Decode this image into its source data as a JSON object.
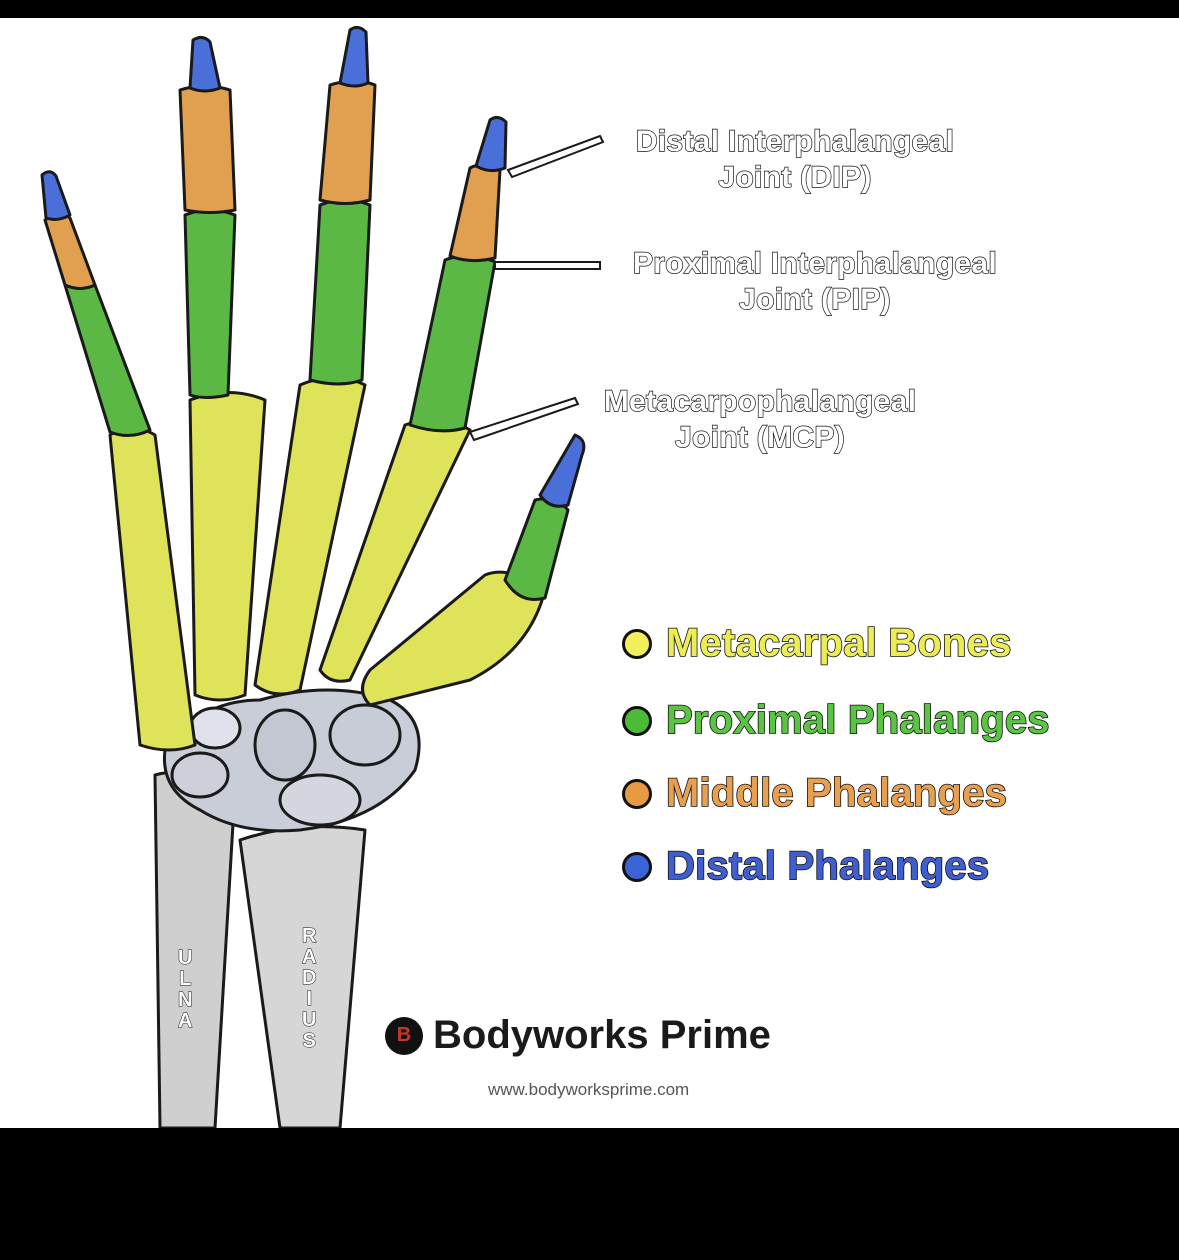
{
  "joints": {
    "dip": {
      "line1": "Distal Interphalangeal",
      "line2": "Joint (DIP)"
    },
    "pip": {
      "line1": "Proximal Interphalangeal",
      "line2": "Joint (PIP)"
    },
    "mcp": {
      "line1": "Metacarpophalangeal",
      "line2": "Joint (MCP)"
    }
  },
  "legend": [
    {
      "label": "Metacarpal Bones",
      "color": "#f3ef5a",
      "text_color": "#ecec55"
    },
    {
      "label": "Proximal Phalanges",
      "color": "#4dbb3a",
      "text_color": "#5cc445"
    },
    {
      "label": "Middle Phalanges",
      "color": "#e69a42",
      "text_color": "#e8a050"
    },
    {
      "label": "Distal Phalanges",
      "color": "#3a63d6",
      "text_color": "#3f5fd0"
    }
  ],
  "bones": {
    "ulna": "ULNA",
    "radius": "RADIUS"
  },
  "brand": {
    "logo": "B",
    "name": "Bodyworks Prime",
    "url": "www.bodyworksprime.com"
  },
  "colors": {
    "metacarpal": "#dfe35a",
    "proximal": "#5cb845",
    "middle": "#e0a050",
    "distal": "#4a6fd8",
    "carpal": "#c9cdd8",
    "forearm": "#cfcfcf"
  }
}
